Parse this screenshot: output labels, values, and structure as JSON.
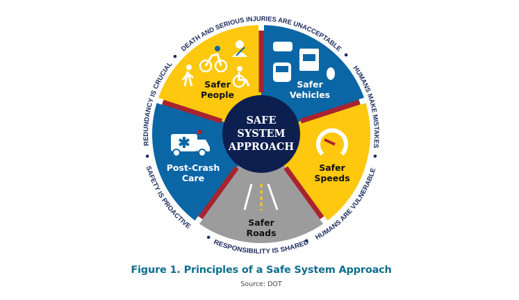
{
  "colors": {
    "yellow": "#fdc80e",
    "blue": "#0b66a6",
    "gray": "#9c9c9c",
    "red": "#a9232f",
    "navy": "#0d1f4f",
    "ring_text": "#1b2b5c",
    "caption": "#0f6f8c"
  },
  "center": {
    "lines": [
      "SAFE",
      "SYSTEM",
      "APPROACH"
    ]
  },
  "segments": [
    {
      "name": "safer-vehicles",
      "lines": [
        "Safer",
        "Vehicles"
      ],
      "color": "blue",
      "text_color": "#ffffff",
      "icons": [
        "car-icon",
        "truck-icon",
        "bus-icon",
        "motorcycle-icon"
      ]
    },
    {
      "name": "safer-speeds",
      "lines": [
        "Safer",
        "Speeds"
      ],
      "color": "yellow",
      "text_color": "#111111",
      "icons": [
        "speedometer-icon"
      ]
    },
    {
      "name": "safer-roads",
      "lines": [
        "Safer",
        "Roads"
      ],
      "color": "gray",
      "text_color": "#111111",
      "icons": [
        "road-icon"
      ]
    },
    {
      "name": "post-crash-care",
      "lines": [
        "Post-Crash",
        "Care"
      ],
      "color": "blue",
      "text_color": "#ffffff",
      "icons": [
        "ambulance-icon"
      ]
    },
    {
      "name": "safer-people",
      "lines": [
        "Safer",
        "People"
      ],
      "color": "yellow",
      "text_color": "#111111",
      "icons": [
        "pedestrian-icon",
        "cyclist-icon",
        "seatbelt-icon",
        "wheelchair-icon"
      ]
    }
  ],
  "principles": {
    "top": [
      "DEATH AND SERIOUS INJURIES ARE UNACCEPTABLE",
      "HUMANS MAKE MISTAKES",
      "REDUNDANCY IS CRUCIAL"
    ],
    "bottom": [
      "HUMANS ARE VULNERABLE",
      "RESPONSIBILITY IS SHARED",
      "SAFETY IS PROACTIVE"
    ]
  },
  "caption": {
    "title": "Figure 1. Principles of a Safe System Approach",
    "source": "Source: DOT"
  }
}
